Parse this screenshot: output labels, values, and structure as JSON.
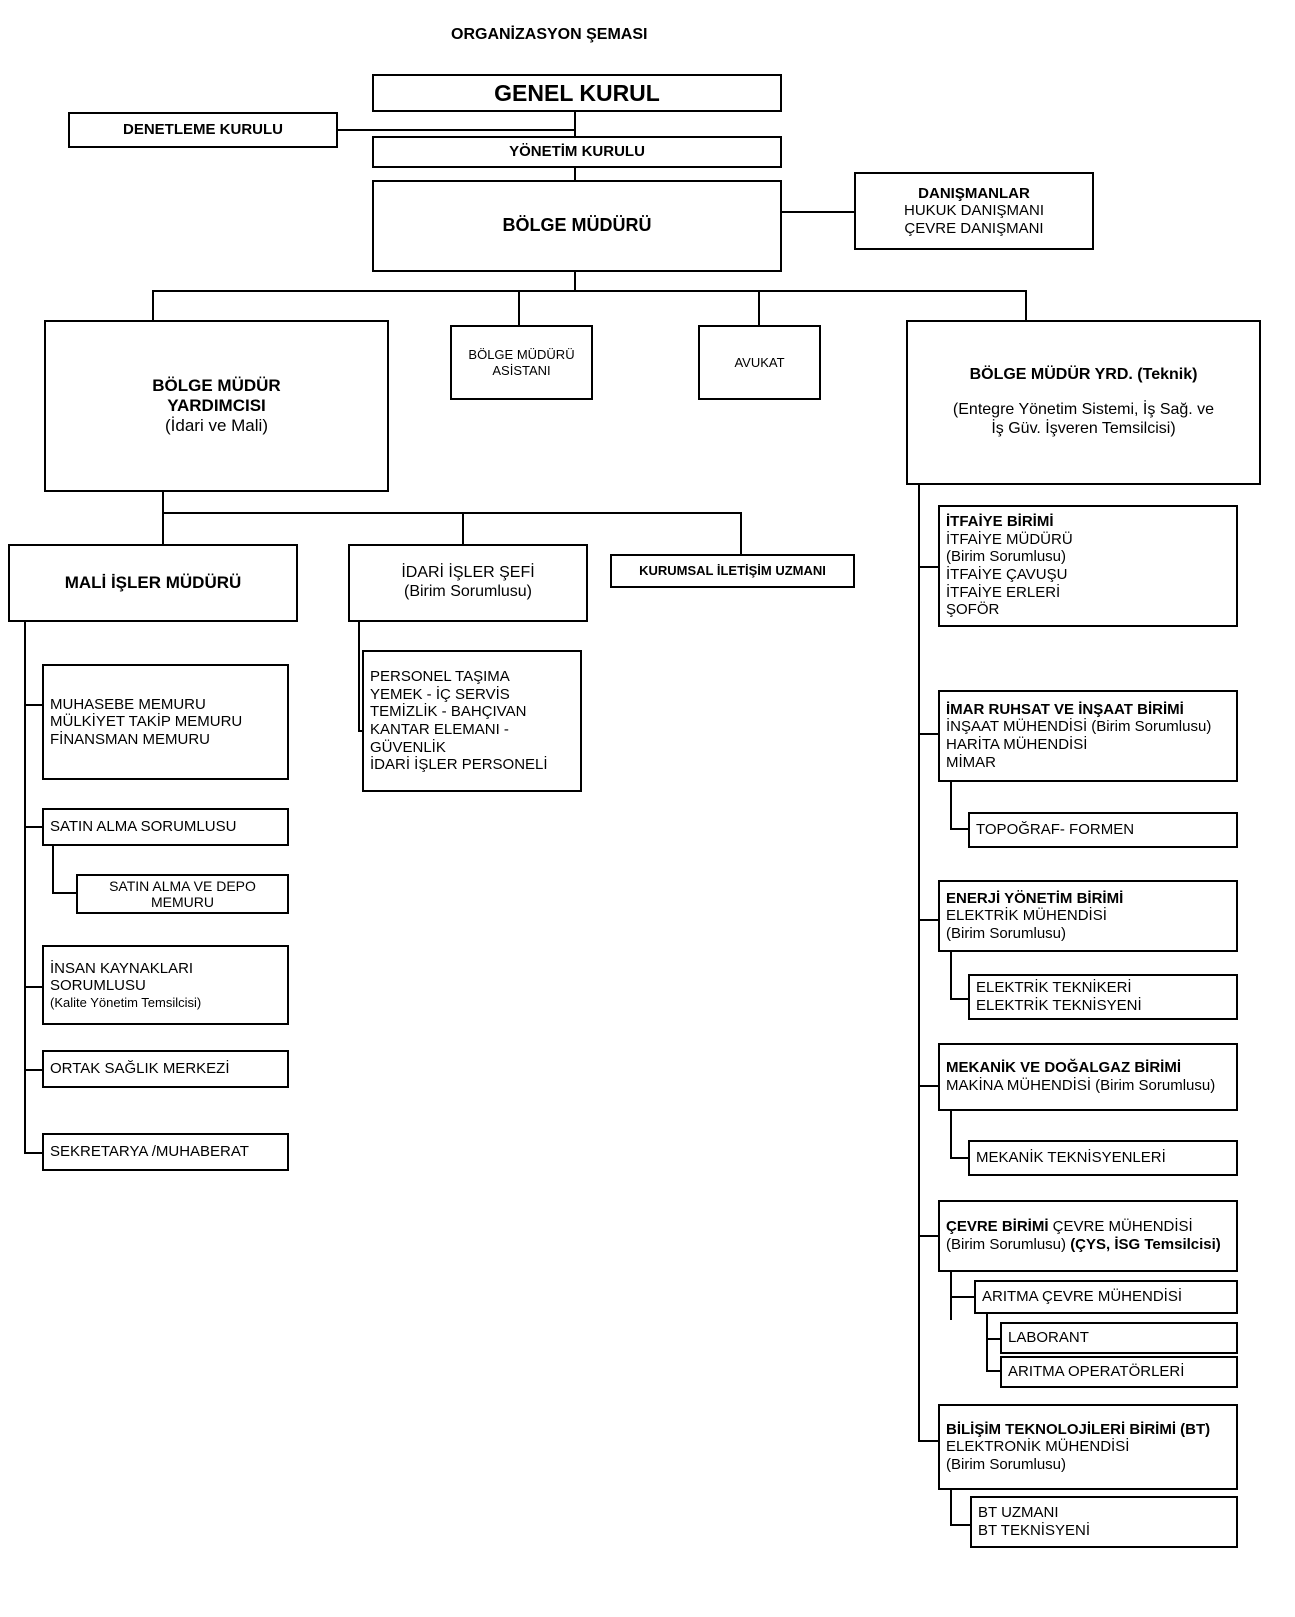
{
  "page": {
    "title": "ORGANİZASYON ŞEMASI",
    "ink_color": "#000000",
    "paper_color": "#ffffff"
  },
  "nodes": {
    "genel_kurul": {
      "label": "GENEL KURUL"
    },
    "denetleme_kurulu": {
      "label": "DENETLEME KURULU"
    },
    "yonetim_kurulu": {
      "label": "YÖNETİM KURULU"
    },
    "bolge_muduru": {
      "label": "BÖLGE MÜDÜRÜ"
    },
    "danismanlar": {
      "label": "DANIŞMANLAR",
      "line2": "HUKUK DANIŞMANI",
      "line3": "ÇEVRE DANIŞMANI"
    },
    "bolge_mudur_yardimcisi": {
      "line1": "BÖLGE MÜDÜR",
      "line2": "YARDIMCISI",
      "line3": "(İdari ve Mali)"
    },
    "bolge_muduru_asistani": {
      "line1": "BÖLGE MÜDÜRÜ",
      "line2": "ASİSTANI"
    },
    "avukat": {
      "label": "AVUKAT"
    },
    "bolge_mudur_yrd_teknik": {
      "line1": "BÖLGE MÜDÜR YRD. (Teknik)",
      "line2": "(Entegre Yönetim Sistemi, İş Sağ. ve",
      "line3": "İş Güv. İşveren Temsilcisi)"
    },
    "mali_isler_muduru": {
      "label": "MALİ İŞLER MÜDÜRÜ"
    },
    "idari_isler_sefi": {
      "line1": "İDARİ İŞLER ŞEFİ",
      "line2": "(Birim Sorumlusu)"
    },
    "kurumsal_iletisim_uzmani": {
      "label": "KURUMSAL İLETİŞİM UZMANI"
    },
    "muhasebe_grubu": {
      "line1": "MUHASEBE MEMURU",
      "line2": "MÜLKİYET TAKİP MEMURU",
      "line3": "FİNANSMAN MEMURU"
    },
    "satin_alma_sorumlusu": {
      "label": "SATIN ALMA SORUMLUSU"
    },
    "satin_alma_depo_memuru": {
      "line1": "SATIN ALMA VE DEPO",
      "line2": "MEMURU"
    },
    "insan_kaynaklari": {
      "line1": "İNSAN KAYNAKLARI",
      "line2": "SORUMLUSU",
      "line3": "(Kalite Yönetim Temsilcisi)"
    },
    "ortak_saglik_merkezi": {
      "label": "ORTAK SAĞLIK MERKEZİ"
    },
    "sekretarya_muhaberat": {
      "label": "SEKRETARYA /MUHABERAT"
    },
    "idari_isler_personeli": {
      "line1": "PERSONEL TAŞIMA",
      "line2": "YEMEK - İÇ SERVİS",
      "line3": "TEMİZLİK - BAHÇIVAN",
      "line4": "KANTAR ELEMANI -",
      "line5": "GÜVENLİK",
      "line6": "İDARİ İŞLER PERSONELİ"
    },
    "itfaiye_birimi": {
      "line1": "İTFAİYE BİRİMİ",
      "line2": "İTFAİYE MÜDÜRÜ",
      "line3": "(Birim Sorumlusu)",
      "line4": "İTFAİYE ÇAVUŞU",
      "line5": "İTFAİYE ERLERİ",
      "line6": "ŞOFÖR"
    },
    "imar_ruhsat_insaat_birimi": {
      "line1": "İMAR RUHSAT VE İNŞAAT BİRİMİ",
      "line2": "İNŞAAT MÜHENDİSİ (Birim Sorumlusu)",
      "line3": "HARİTA MÜHENDİSİ",
      "line4": "MİMAR"
    },
    "topograf_formen": {
      "label": "TOPOĞRAF- FORMEN"
    },
    "enerji_yonetim_birimi": {
      "line1": "ENERJİ YÖNETİM BİRİMİ",
      "line2": "ELEKTRİK MÜHENDİSİ",
      "line3": "(Birim Sorumlusu)"
    },
    "elektrik_teknik": {
      "line1": "ELEKTRİK TEKNİKERİ",
      "line2": "ELEKTRİK TEKNİSYENİ"
    },
    "mekanik_dogalgaz_birimi": {
      "line1": "MEKANİK VE DOĞALGAZ BİRİMİ",
      "line2": "MAKİNA MÜHENDİSİ (Birim Sorumlusu)"
    },
    "mekanik_teknisyenleri": {
      "label": "MEKANİK TEKNİSYENLERİ"
    },
    "cevre_birimi": {
      "line1_bold": "ÇEVRE BİRİMİ",
      "line1_rest": " ÇEVRE MÜHENDİSİ",
      "line2_normal": "(Birim Sorumlusu) ",
      "line2_bold": "(ÇYS, İSG",
      "line3_bold": "Temsilcisi)"
    },
    "aritma_cevre_muhendisi": {
      "label": "ARITMA ÇEVRE MÜHENDİSİ"
    },
    "laborant": {
      "label": "LABORANT"
    },
    "aritma_operatorleri": {
      "label": "ARITMA OPERATÖRLERİ"
    },
    "bilisim_teknolojileri_birimi": {
      "line1": "BİLİŞİM TEKNOLOJİLERİ BİRİMİ (BT)",
      "line2": "ELEKTRONİK  MÜHENDİSİ",
      "line3": "(Birim Sorumlusu)"
    },
    "bt_personel": {
      "line1": "BT UZMANI",
      "line2": "BT TEKNİSYENİ"
    }
  }
}
